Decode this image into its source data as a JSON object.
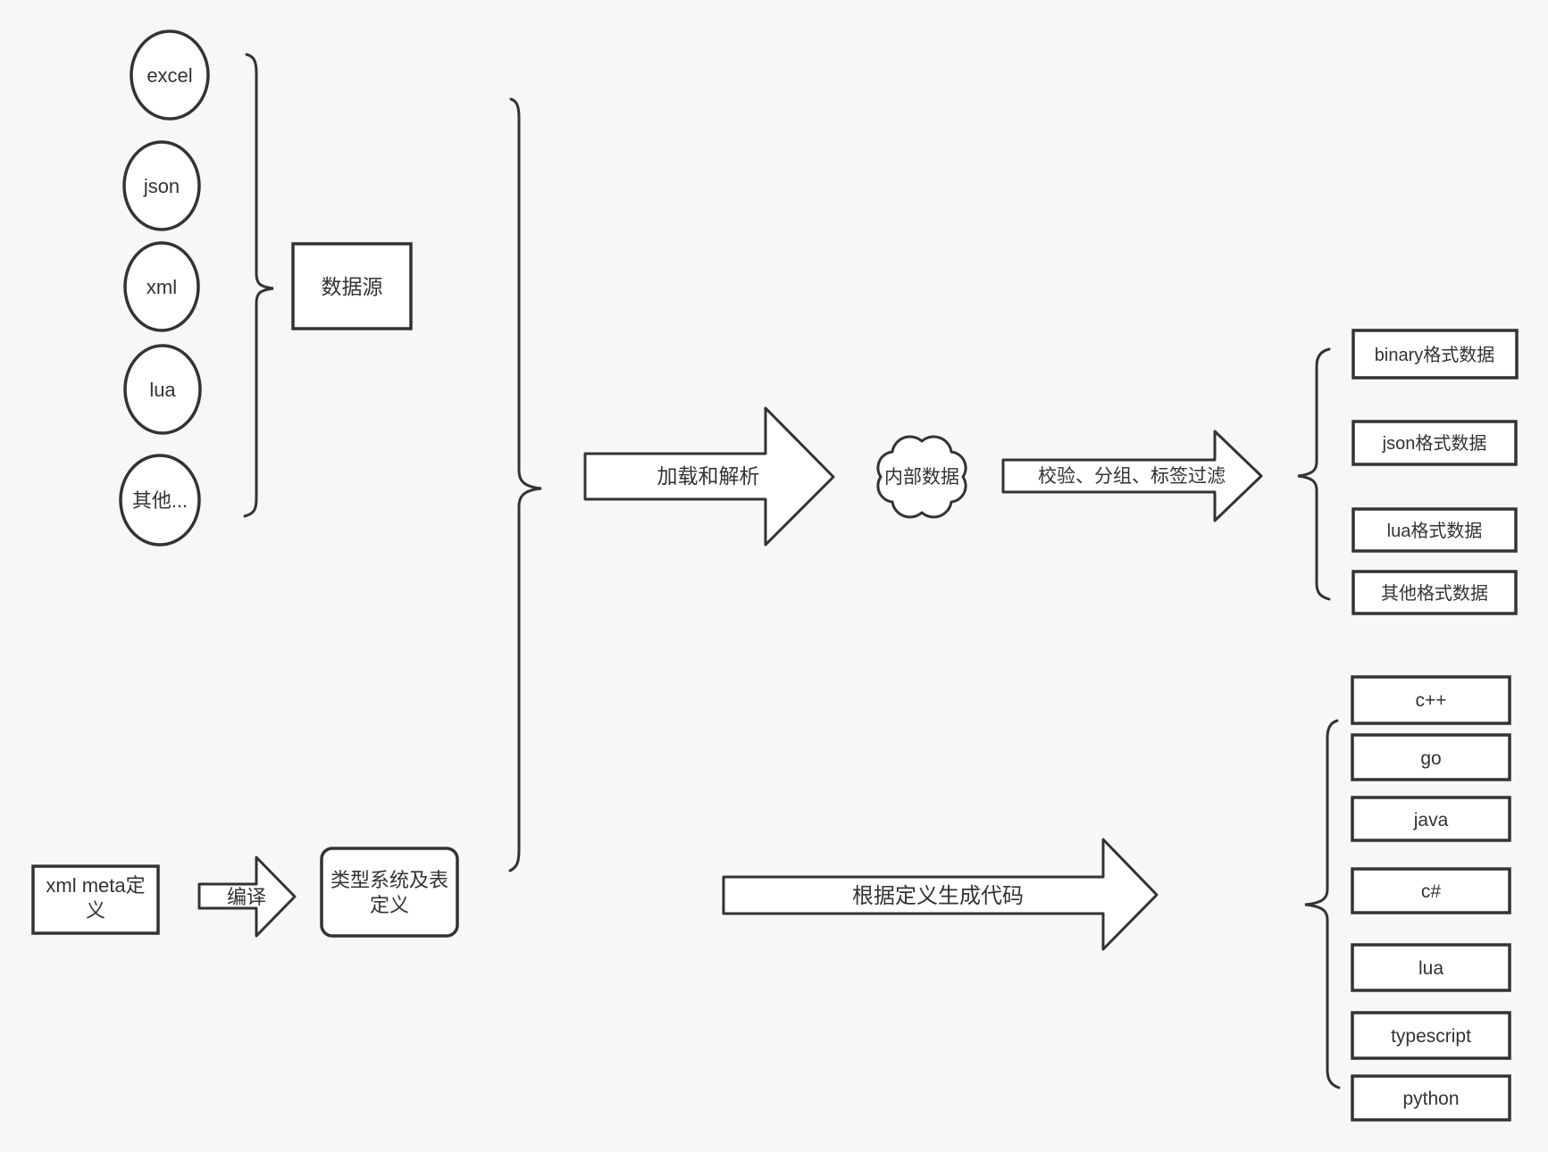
{
  "colors": {
    "background": "#f7f7f7",
    "stroke": "#333333",
    "shape_fill": "#ffffff",
    "text": "#333333"
  },
  "sources": {
    "nodes": [
      "excel",
      "json",
      "xml",
      "lua",
      "其他..."
    ],
    "group_box_label": "数据源"
  },
  "flow": {
    "load_arrow_label": "加载和解析",
    "internal_data_label": "内部数据",
    "filter_arrow_label": "校验、分组、标签过滤"
  },
  "data_formats": [
    "binary格式数据",
    "json格式数据",
    "lua格式数据",
    "其他格式数据"
  ],
  "definition": {
    "xml_meta_lines": [
      "xml meta定",
      "义"
    ],
    "compile_arrow_label": "编译",
    "type_system_lines": [
      "类型系统及表",
      "定义"
    ]
  },
  "codegen": {
    "arrow_label": "根据定义生成代码",
    "languages": [
      "c++",
      "go",
      "java",
      "c#",
      "lua",
      "typescript",
      "python"
    ]
  }
}
